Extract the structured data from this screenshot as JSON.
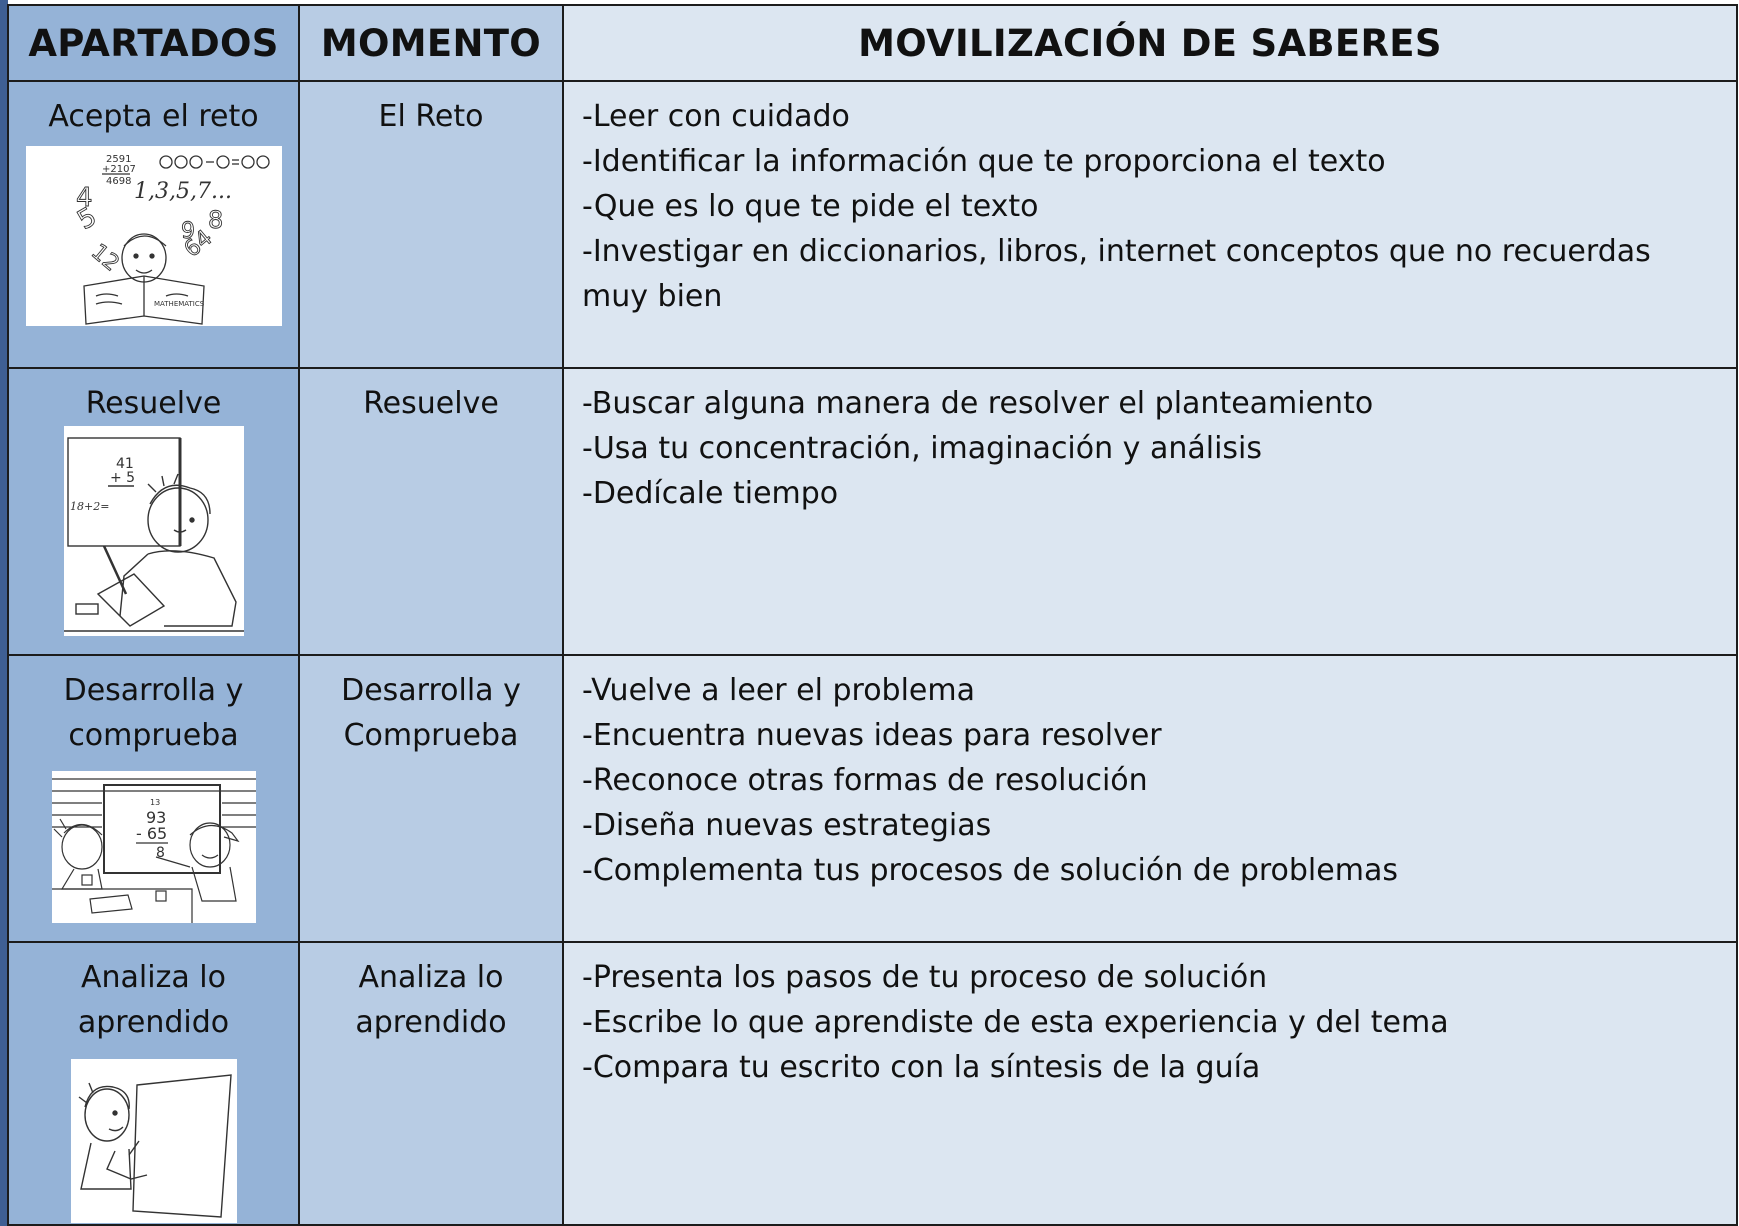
{
  "table": {
    "headers": {
      "apartados": "APARTADOS",
      "momento": "MOMENTO",
      "saberes": "MOVILIZACIÓN DE SABERES"
    },
    "rows": [
      {
        "apartado": "Acepta el reto",
        "momento": "El Reto",
        "illustration": "child-reading-math-book",
        "saberes": [
          "-Leer con cuidado",
          "-Identificar la información que te proporciona el texto",
          "-Que es lo que te pide el texto",
          "-Investigar en diccionarios, libros, internet conceptos que no recuerdas muy bien"
        ]
      },
      {
        "apartado": "Resuelve",
        "momento": "Resuelve",
        "illustration": "child-writing-at-board",
        "saberes": [
          "-Buscar alguna manera de resolver el planteamiento",
          "-Usa tu concentración, imaginación y análisis",
          "-Dedícale tiempo"
        ]
      },
      {
        "apartado": "Desarrolla y comprueba",
        "momento": "Desarrolla y Comprueba",
        "illustration": "children-at-blackboard-subtraction",
        "saberes": [
          "-Vuelve a leer el problema",
          "-Encuentra nuevas ideas para resolver",
          "-Reconoce otras formas de resolución",
          "-Diseña nuevas estrategias",
          "-Complementa tus procesos de solución de problemas"
        ]
      },
      {
        "apartado": "Analiza lo aprendido",
        "momento": "Analiza lo aprendido",
        "illustration": "child-holding-blank-sheet",
        "saberes": [
          "-Presenta los pasos de tu proceso de solución",
          "-Escribe lo que aprendiste de esta experiencia y del tema",
          "-Compara tu escrito con la síntesis de la guía"
        ]
      }
    ],
    "illustration_text": {
      "sum_top": "2591",
      "sum_mid": "+2107",
      "sum_bottom": "4698",
      "sequence": "1,3,5,7...",
      "numbers": [
        "4",
        "5",
        "12",
        "9",
        "64",
        "8"
      ],
      "book_label": "MATHEMATICS",
      "board_top": "41",
      "board_add": "+ 5",
      "board_side": "18+2=",
      "sub_carry": "13",
      "sub_top": "93",
      "sub_bottom": "- 65",
      "sub_result": "8"
    }
  }
}
